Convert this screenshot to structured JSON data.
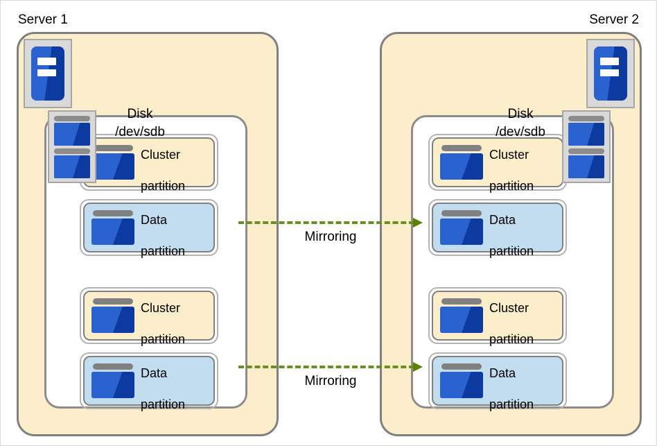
{
  "diagram": {
    "title": "Mirrored disk partition layout across two servers",
    "colors": {
      "server_box_fill": "#fceecb",
      "server_box_border": "#7f7f7f",
      "disk_box_fill": "#ffffff",
      "disk_box_border": "#8c8c8c",
      "cluster_partition_fill": "#fceecb",
      "data_partition_fill": "#c2dcf0",
      "partition_border": "#808080",
      "icon_blue_light": "#2a62cf",
      "icon_blue_dark": "#0d3a9e",
      "icon_gray": "#808080",
      "mirror_arrow": "#6b8e23",
      "canvas_border": "#d9d9d9"
    },
    "servers": [
      {
        "label": "Server 1",
        "label_align": "left",
        "icon_name": "server-icon",
        "disk_caption_line1": "Disk",
        "disk_caption_line2": "/dev/sdb",
        "diskstack_icon_name": "disk-stack-icon",
        "partitions": [
          {
            "type": "cluster",
            "line1": "Cluster",
            "line2": "partition"
          },
          {
            "type": "data",
            "line1": "Data",
            "line2": "partition"
          },
          {
            "type": "cluster",
            "line1": "Cluster",
            "line2": "partition"
          },
          {
            "type": "data",
            "line1": "Data",
            "line2": "partition"
          }
        ]
      },
      {
        "label": "Server 2",
        "label_align": "right",
        "icon_name": "server-icon",
        "disk_caption_line1": "Disk",
        "disk_caption_line2": "/dev/sdb",
        "diskstack_icon_name": "disk-stack-icon",
        "partitions": [
          {
            "type": "cluster",
            "line1": "Cluster",
            "line2": "partition"
          },
          {
            "type": "data",
            "line1": "Data",
            "line2": "partition"
          },
          {
            "type": "cluster",
            "line1": "Cluster",
            "line2": "partition"
          },
          {
            "type": "data",
            "line1": "Data",
            "line2": "partition"
          }
        ]
      }
    ],
    "connections": [
      {
        "label": "Mirroring",
        "from": "server1-data-partition-1",
        "to": "server2-data-partition-1",
        "style": "dashed-arrow"
      },
      {
        "label": "Mirroring",
        "from": "server1-data-partition-2",
        "to": "server2-data-partition-2",
        "style": "dashed-arrow"
      }
    ]
  }
}
